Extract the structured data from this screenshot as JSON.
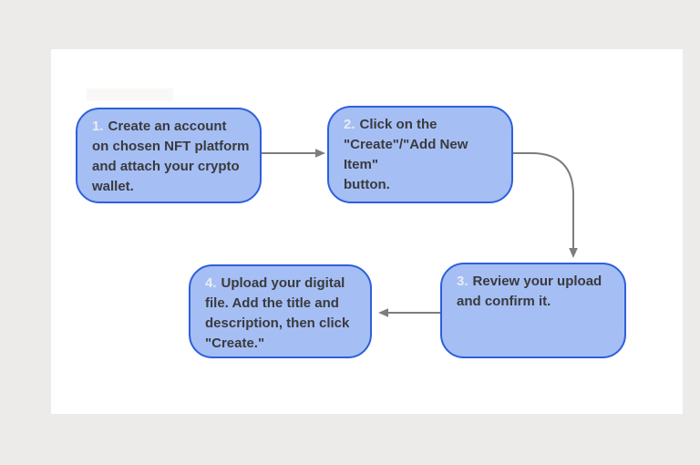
{
  "diagram": {
    "steps": [
      {
        "number": "1.",
        "text": "Create an account\non chosen NFT platform\nand attach your crypto\nwallet."
      },
      {
        "number": "2.",
        "text": "Click on the\n\"Create\"/\"Add New Item\"\nbutton."
      },
      {
        "number": "3.",
        "text": "Review your upload\nand confirm it."
      },
      {
        "number": "4.",
        "text": "Upload your digital\nfile. Add the title and\ndescription, then click\n\"Create.\""
      }
    ],
    "connections": [
      {
        "from": "1",
        "to": "2",
        "direction": "right"
      },
      {
        "from": "2",
        "to": "3",
        "direction": "right-then-down"
      },
      {
        "from": "3",
        "to": "4",
        "direction": "left"
      }
    ]
  },
  "colors": {
    "background": "#edeaea",
    "canvas": "#ffffff",
    "artifact": "#faf8f7",
    "box_fill": "#a5bff4",
    "box_border": "#2e5fdc",
    "step_number": "#e9ebf3",
    "step_text": "#3a3a3e",
    "arrow": "#7d7d7d"
  }
}
